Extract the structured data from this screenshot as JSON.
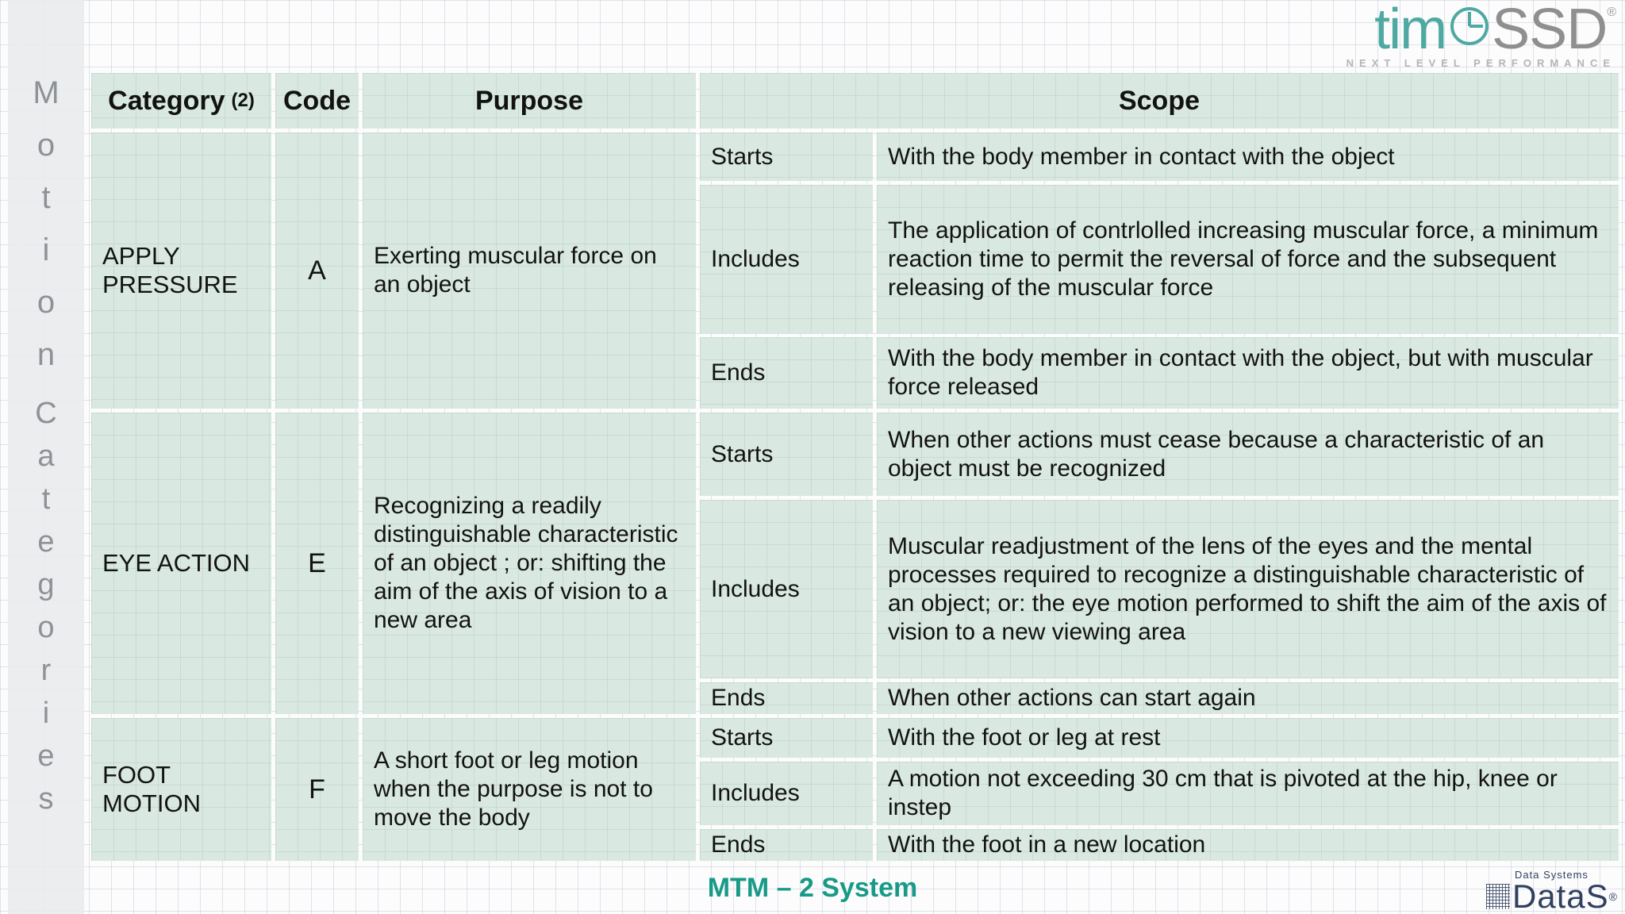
{
  "side": {
    "word1": "Motion",
    "word2": "Categories"
  },
  "logos": {
    "timessd": {
      "part1": "tim",
      "part2": "SSD",
      "registered": "®",
      "tagline": "NEXT LEVEL PERFORMANCE",
      "teal": "#4fa9a3",
      "gray": "#8f8f8f"
    },
    "datas": {
      "top": "Data Systems",
      "main": "DataS",
      "registered": "®",
      "navy": "#31405f"
    }
  },
  "table": {
    "headers": {
      "category": "Category",
      "category_note": "(2)",
      "code": "Code",
      "purpose": "Purpose",
      "scope": "Scope"
    },
    "groups": [
      {
        "category": "APPLY PRESSURE",
        "code": "A",
        "purpose": "Exerting muscular force on an object",
        "rows": [
          {
            "label": "Starts",
            "scope": "With the body member in contact with the object"
          },
          {
            "label": "Includes",
            "scope": "The application of contrlolled increasing muscular force, a minimum reaction time to permit the reversal of force and the subsequent releasing of the muscular force"
          },
          {
            "label": "Ends",
            "scope": "With the body member in contact with the object, but with muscular force released"
          }
        ]
      },
      {
        "category": "EYE ACTION",
        "code": "E",
        "purpose": "Recognizing a readily distinguishable characteristic of an object ; or: shifting the aim of the axis of vision to a new area",
        "rows": [
          {
            "label": "Starts",
            "scope": "When other actions must cease because a characteristic of an object must be recognized"
          },
          {
            "label": "Includes",
            "scope": "Muscular readjustment of the lens of the eyes and the mental processes required to recognize a distinguishable characteristic of an object; or: the eye motion performed to shift the aim of the axis of vision to a new viewing area"
          },
          {
            "label": "Ends",
            "scope": "When other actions can start again"
          }
        ]
      },
      {
        "category": "FOOT MOTION",
        "code": "F",
        "purpose": "A short foot or leg motion when the purpose is not to move the body",
        "rows": [
          {
            "label": "Starts",
            "scope": "With the foot or leg at rest"
          },
          {
            "label": "Includes",
            "scope": "A motion not exceeding 30 cm that is pivoted at the hip, knee or instep"
          },
          {
            "label": "Ends",
            "scope": "With the foot in a new location"
          }
        ]
      }
    ]
  },
  "footer": {
    "title": "MTM – 2 System"
  },
  "colors": {
    "cell_green": "#d9e8e1",
    "footer_teal": "#179a87",
    "strip_gray": "#e9eaed",
    "text": "#121212"
  }
}
